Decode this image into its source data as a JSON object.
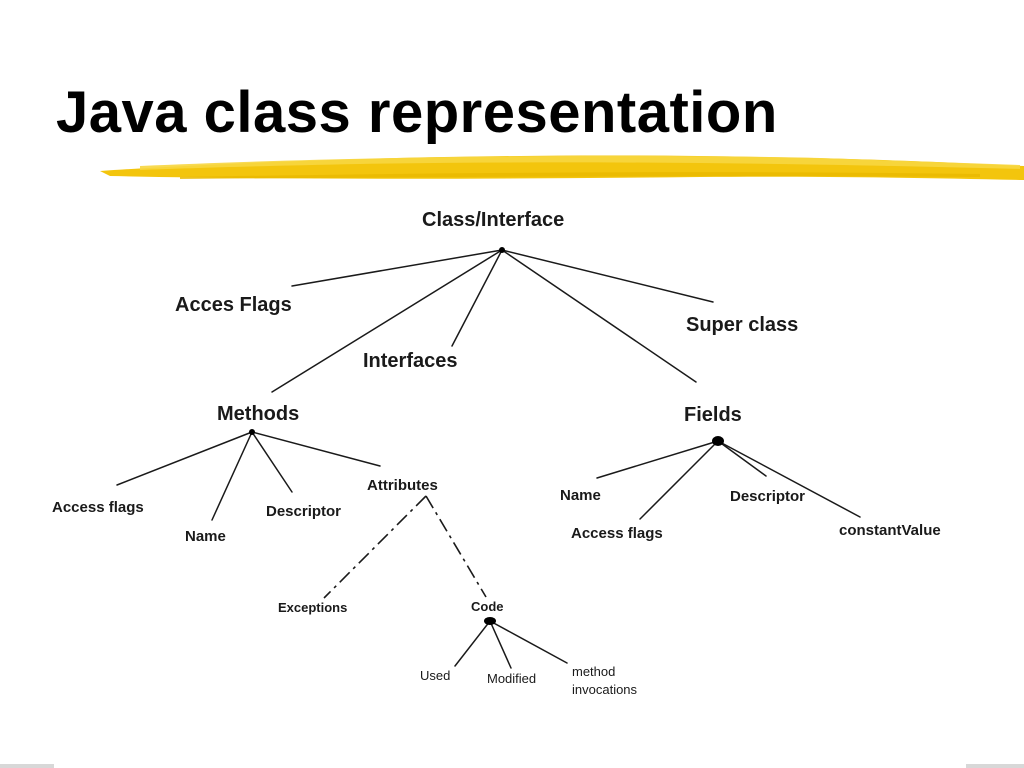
{
  "slide": {
    "title": "Java class representation",
    "underline_color": "#f2c200"
  },
  "diagram": {
    "root": "Class/Interface",
    "root_children": {
      "acces_flags": "Acces Flags",
      "interfaces": "Interfaces",
      "super_class": "Super class",
      "methods": "Methods",
      "fields": "Fields"
    },
    "methods_children": {
      "access_flags": "Access flags",
      "name": "Name",
      "descriptor": "Descriptor",
      "attributes": "Attributes"
    },
    "attributes_children": {
      "exceptions": "Exceptions",
      "code": "Code"
    },
    "code_children": {
      "used": "Used",
      "modified": "Modified",
      "method_invocations": "method\ninvocations"
    },
    "fields_children": {
      "name": "Name",
      "access_flags": "Access flags",
      "descriptor": "Descriptor",
      "constant_value": "constantValue"
    }
  }
}
